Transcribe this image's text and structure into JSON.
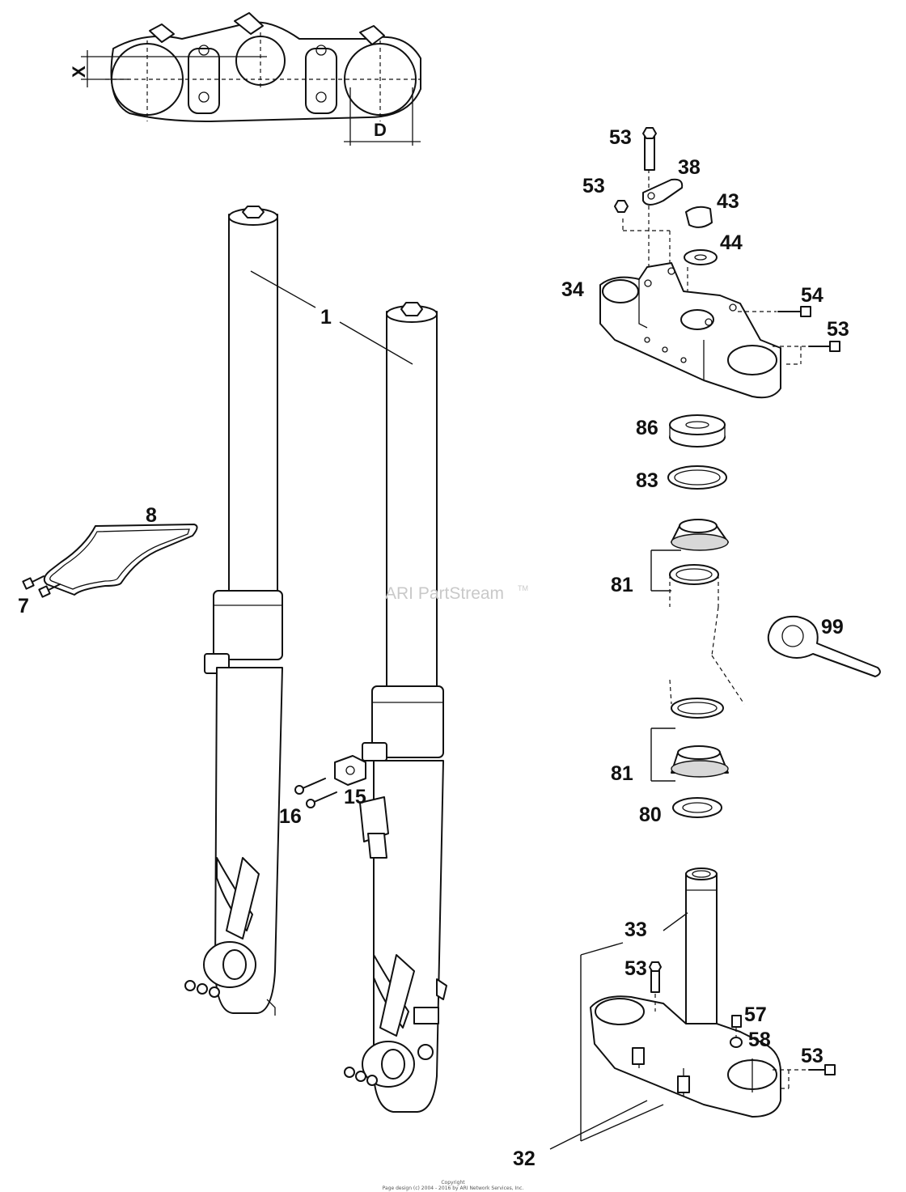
{
  "dimensions": {
    "x": "X",
    "d": "D"
  },
  "callouts": {
    "p1": "1",
    "p7": "7",
    "p8": "8",
    "p15": "15",
    "p16": "16",
    "p32": "32",
    "p33": "33",
    "p34": "34",
    "p38": "38",
    "p43": "43",
    "p44": "44",
    "p53a": "53",
    "p53b": "53",
    "p53c": "53",
    "p53d": "53",
    "p53e": "53",
    "p54": "54",
    "p57": "57",
    "p58": "58",
    "p80": "80",
    "p81a": "81",
    "p81b": "81",
    "p83": "83",
    "p86": "86",
    "p99": "99"
  },
  "watermark": "ARI PartStream",
  "watermark_tm": "TM",
  "copyright": {
    "line1": "Copyright",
    "line2": "Page design (c) 2004 - 2016 by ARI Network Services, Inc."
  }
}
